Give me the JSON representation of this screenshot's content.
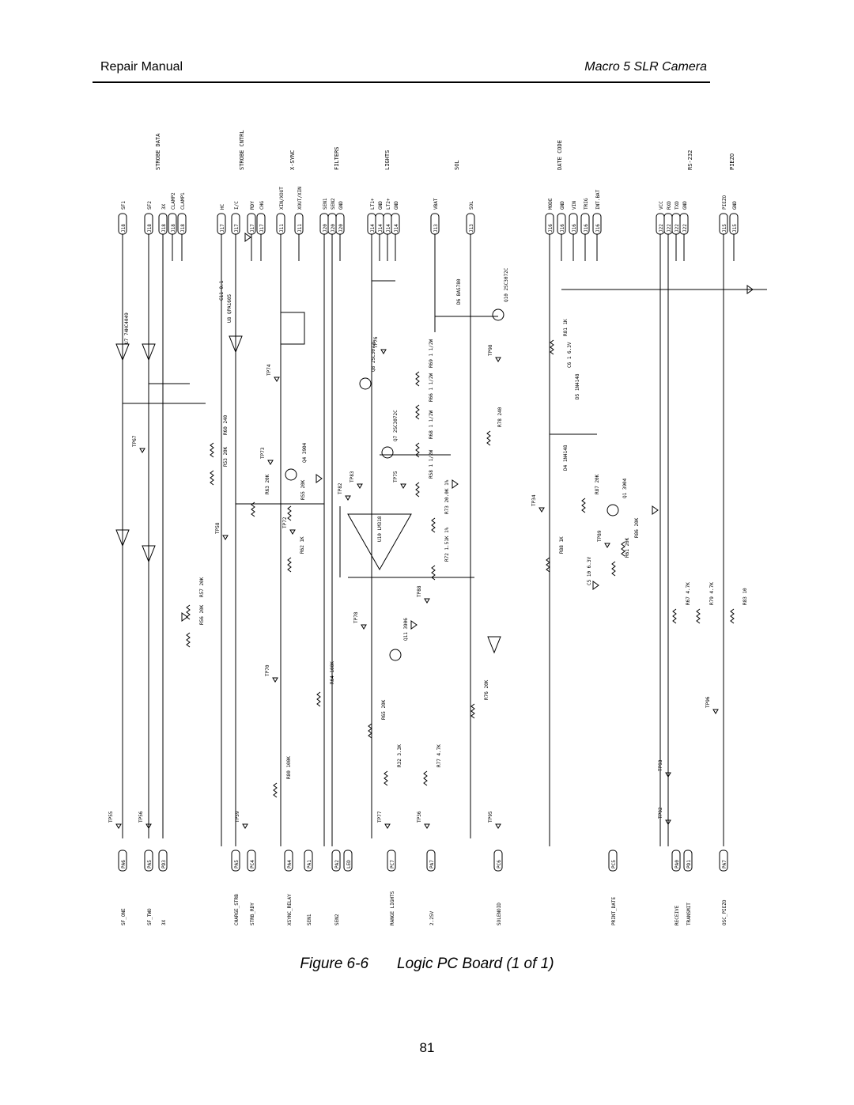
{
  "header": {
    "left": "Repair Manual",
    "right": "Macro 5 SLR Camera"
  },
  "figure": {
    "number": "Figure 6-6",
    "title": "Logic PC Board (1 of 1)"
  },
  "page_number": "81",
  "schematic": {
    "connector_groups": [
      "STROBE DATA",
      "STROBE CNTRL",
      "X-SYNC",
      "FILTERS",
      "LIGHTS",
      "SOL",
      "DATE CODE",
      "RS-232",
      "PIEZO"
    ],
    "top_pins": [
      "SF1",
      "SF2",
      "3X",
      "CLAMP2",
      "CLAMP1",
      "HC",
      "I/C",
      "RDY",
      "CHG",
      "XIN/XOUT",
      "XOUT/XIN",
      "SEN1",
      "SEN2",
      "GND",
      "LT1+",
      "GND",
      "LT2+",
      "GND",
      "VBAT",
      "SOL",
      "MODE",
      "GND",
      "VIN",
      "TRIG",
      "INT.BAT",
      "VCC",
      "RXD",
      "TXD",
      "GND",
      "PIEZO",
      "GND"
    ],
    "top_connectors": [
      "J18",
      "J18",
      "J18",
      "J18",
      "J18",
      "J17",
      "J17",
      "J17",
      "J17",
      "J11",
      "J11",
      "J20",
      "J20",
      "J20",
      "J14",
      "J14",
      "J14",
      "J14",
      "J13",
      "J13",
      "J16",
      "J16",
      "J16",
      "J16",
      "J16",
      "J22",
      "J22",
      "J22",
      "J22",
      "J15",
      "J15"
    ],
    "bottom_ports": [
      "PA6",
      "PA5",
      "PD3",
      "PA5",
      "PC4",
      "PA4",
      "PA1",
      "PA2",
      "LED",
      "PC7",
      "PA7",
      "PC6",
      "PC5",
      "PA0",
      "PD1",
      "PA7"
    ],
    "bottom_signals": [
      "SF_ONE",
      "SF_TWO",
      "3X",
      "CHARGE_STRB",
      "STRB_RDY",
      "XSYNC_RELAY",
      "SEN1",
      "SEN2",
      "RANGE LIGHTS",
      "2.25V",
      "SOLENOID",
      "PRINT_DATE",
      "RECEIVE",
      "TRANSMIT",
      "OSC_PIEZO"
    ],
    "components": [
      "U7 74HC4049",
      "U8 QPA1605",
      "C11 0.1",
      "R60 240",
      "R53 20K",
      "Q4 3904",
      "R63 20K",
      "R55 20K",
      "R62 1K",
      "R57 20K",
      "R56 20K",
      "Q8 2SC3072C",
      "Q7 2SC3072C",
      "Q10 2SC3072C",
      "R69 1 1/2W",
      "R66 1 1/2W",
      "R68 1 1/2W",
      "R58 1 1/2W",
      "U10 LM318",
      "R73 20.0K 1%",
      "R72 1.51K 1%",
      "Q11 3906",
      "R64 100K",
      "R65 20K",
      "R32 3.3K",
      "R77 4.7K",
      "R80 100K",
      "D6 BAS780",
      "R78 240",
      "R76 20K",
      "R81 1K",
      "C6 1 6.3V",
      "D5 1N4148",
      "D4 1N4148",
      "R87 20K",
      "Q1 3904",
      "R88 1K",
      "R86 20K",
      "R61 20K",
      "C5 10 6.3V",
      "R67 4.7K",
      "R79 4.7K",
      "R83 10"
    ],
    "test_points": [
      "TP55",
      "TP56",
      "TP67",
      "TP58",
      "TP59",
      "TP74",
      "TP73",
      "TP72",
      "TP70",
      "TP82",
      "TP83",
      "TP75",
      "TP76",
      "TP78",
      "TP77",
      "TP36",
      "TP88",
      "TP98",
      "TP95",
      "TP34",
      "TP89",
      "TP93",
      "TP92",
      "TP96"
    ]
  }
}
